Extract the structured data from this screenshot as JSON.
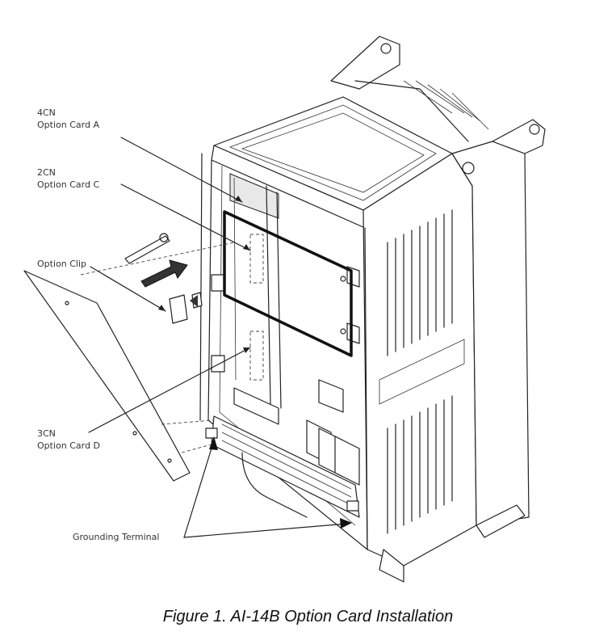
{
  "labels": {
    "connector_4cn": {
      "code": "4CN",
      "name": "Option Card A"
    },
    "connector_2cn": {
      "code": "2CN",
      "name": "Option Card C"
    },
    "option_clip": "Option Clip",
    "connector_3cn": {
      "code": "3CN",
      "name": "Option Card D"
    },
    "grounding_terminal": "Grounding Terminal"
  },
  "caption": "Figure 1. AI-14B Option Card Installation"
}
